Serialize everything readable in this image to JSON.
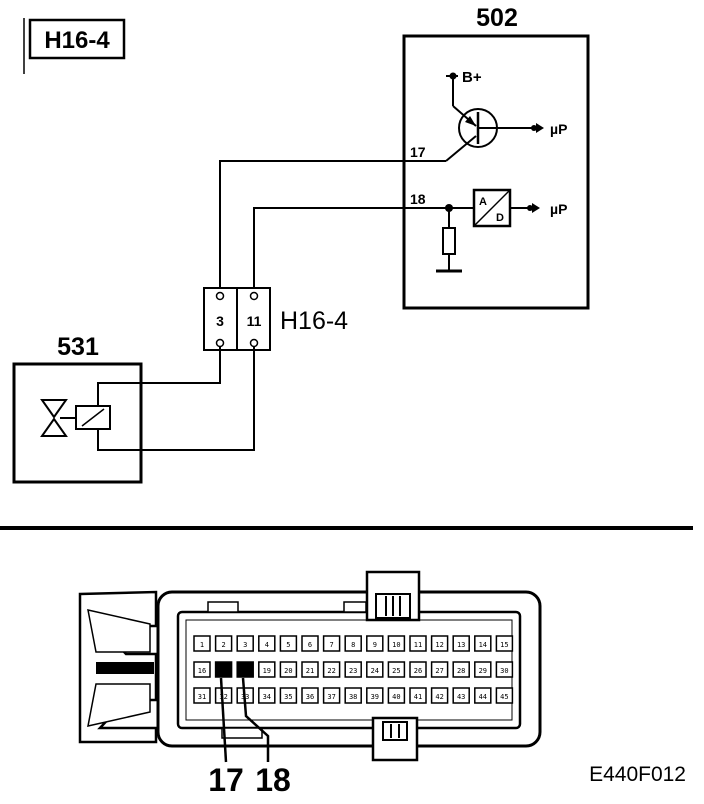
{
  "diagram": {
    "ref_tag": "H16-4",
    "ecu_label": "502",
    "ecu_terminals": {
      "t17": "17",
      "t18": "18"
    },
    "supply_label": "B+",
    "output_label_1": "µP",
    "output_label_2": "µP",
    "adc_block": {
      "top_letter": "A",
      "bottom_letter": "D"
    },
    "connector_label": "H16-4",
    "connector_pins": [
      "3",
      "11"
    ],
    "actuator_label": "531"
  },
  "connector_face": {
    "row1": [
      "1",
      "2",
      "3",
      "4",
      "5",
      "6",
      "7",
      "8",
      "9",
      "10",
      "11",
      "12",
      "13",
      "14",
      "15"
    ],
    "row2": [
      "16",
      "17",
      "18",
      "19",
      "20",
      "21",
      "22",
      "23",
      "24",
      "25",
      "26",
      "27",
      "28",
      "29",
      "30"
    ],
    "row3": [
      "31",
      "32",
      "33",
      "34",
      "35",
      "36",
      "37",
      "38",
      "39",
      "40",
      "41",
      "42",
      "43",
      "44",
      "45"
    ],
    "callouts": [
      "17",
      "18"
    ],
    "highlighted_pins": [
      "17",
      "18"
    ]
  },
  "figure_code": "E440F012"
}
